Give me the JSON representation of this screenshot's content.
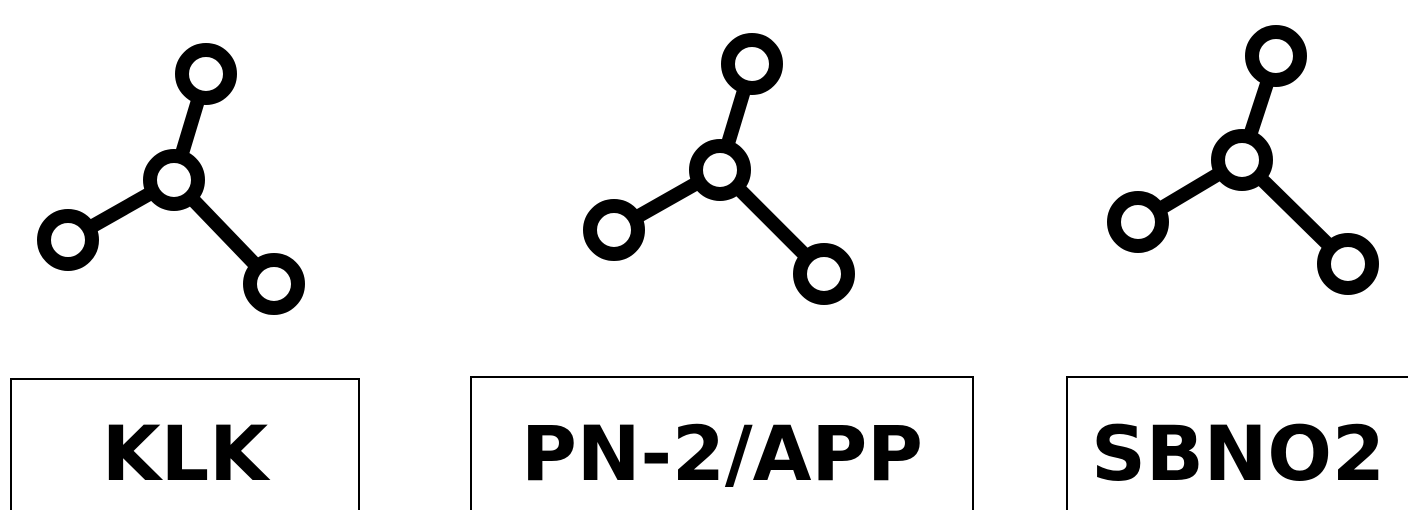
{
  "items": [
    {
      "label": "KLK",
      "icon": "molecule-network-icon"
    },
    {
      "label": "PN-2/APP",
      "icon": "molecule-network-icon"
    },
    {
      "label": "SBNO2",
      "icon": "molecule-network-icon"
    }
  ],
  "colors": {
    "stroke": "#000000",
    "background": "#ffffff"
  }
}
